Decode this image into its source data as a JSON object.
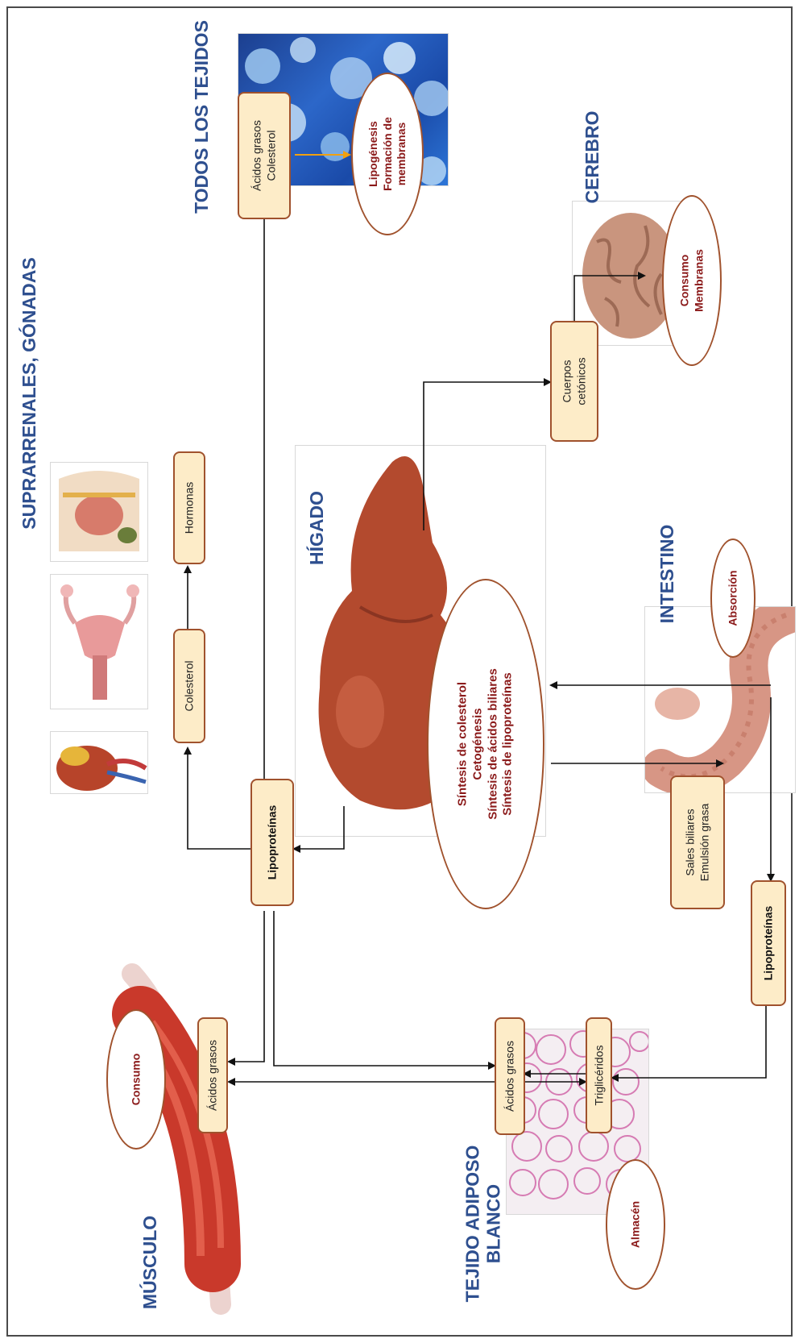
{
  "titles": {
    "todos_tejidos": "TODOS LOS TEJIDOS",
    "suprarrenales": "SUPRARRENALES, GÓNADAS",
    "cerebro": "CEREBRO",
    "higado": "HÍGADO",
    "intestino": "INTESTINO",
    "musculo": "MÚSCULO",
    "adiposo_line1": "TEJIDO ADIPOSO",
    "adiposo_line2": "BLANCO"
  },
  "boxes": {
    "acidos_colesterol_line1": "Ácidos grasos",
    "acidos_colesterol_line2": "Colesterol",
    "hormonas": "Hormonas",
    "colesterol": "Colesterol",
    "lipoproteinas_higado": "Lipoproteínas",
    "cuerpos_cetonicos_line1": "Cuerpos",
    "cuerpos_cetonicos_line2": "cetónicos",
    "sales_biliares_line1": "Sales biliares",
    "sales_biliares_line2": "Emulsión grasa",
    "lipoproteinas_intestino": "Lipoproteínas",
    "acidos_grasos_musculo": "Ácidos grasos",
    "acidos_grasos_adiposo": "Ácidos grasos",
    "trigliceridos": "Triglicéridos"
  },
  "ellipses": {
    "lipogenesis_line1": "Lipogénesis",
    "lipogenesis_line2": "Formación de",
    "lipogenesis_line3": "membranas",
    "consumo_membranas_line1": "Consumo",
    "consumo_membranas_line2": "Membranas",
    "sintesis_line1": "Síntesis de colesterol",
    "sintesis_line2": "Cetogénesis",
    "sintesis_line3": "Síntesis de ácidos biliares",
    "sintesis_line4": "Síntesis de lipoproteínas",
    "absorcion": "Absorción",
    "consumo": "Consumo",
    "almacen": "Almacén"
  },
  "colors": {
    "title_blue": "#2e4f8f",
    "box_fill": "#fdecc8",
    "box_border": "#a0522d",
    "ellipse_text": "#8b1a1a",
    "arrow": "#111111"
  }
}
